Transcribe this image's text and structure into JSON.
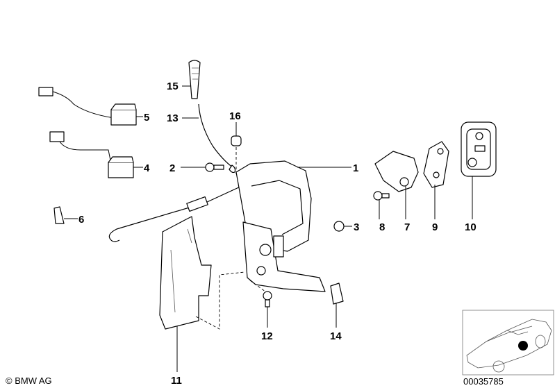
{
  "diagram": {
    "callouts": [
      "15",
      "13",
      "16",
      "5",
      "4",
      "2",
      "1",
      "6",
      "3",
      "8",
      "7",
      "9",
      "10",
      "12",
      "14",
      "11"
    ],
    "copyright": "© BMW AG",
    "image_number": "00035785",
    "inset_marker_color": "#000000"
  }
}
